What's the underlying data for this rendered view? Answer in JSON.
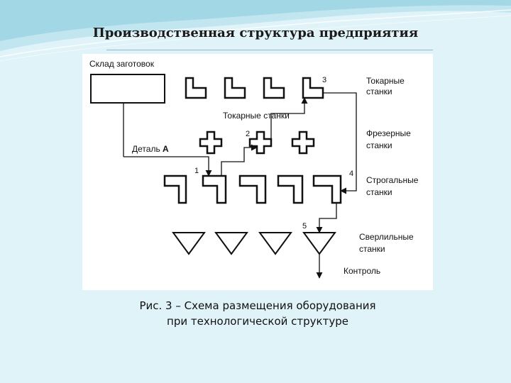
{
  "slide": {
    "title": "Производственная структура предприятия"
  },
  "diagram": {
    "warehouse_label": "Склад заготовок",
    "lathe_group_label": "Токарные станки",
    "part_label": "Деталь",
    "part_letter": "А",
    "side_labels": {
      "lathes": [
        "Токарные",
        "станки"
      ],
      "milling": [
        "Фрезерные",
        "станки"
      ],
      "planing": [
        "Строгальные",
        "станки"
      ],
      "drilling": [
        "Сверлильные",
        "станки"
      ]
    },
    "control_label": "Контроль",
    "step_numbers": [
      "1",
      "2",
      "3",
      "4",
      "5"
    ]
  },
  "caption": {
    "line1": "Рис. 3 – Схема размещения оборудования",
    "line2": "при технологической структуре"
  },
  "colors": {
    "background": "#dff3f8",
    "panel": "#ffffff",
    "ink": "#111111"
  }
}
